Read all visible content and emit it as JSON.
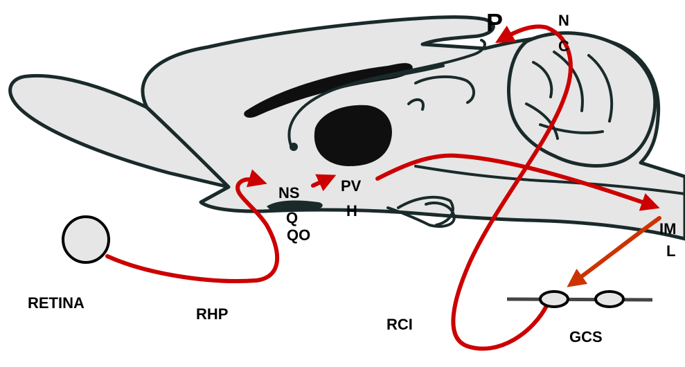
{
  "labels": {
    "retina": "RETINA",
    "rhp": "RHP",
    "rci": "RCI",
    "gcs": "GCS",
    "ns": "NS",
    "q": "Q",
    "qo": "QO",
    "pv": "PV",
    "h": "H",
    "p": "P",
    "n": "N",
    "c": "C",
    "im": "IM",
    "l": "L"
  },
  "colors": {
    "brain_fill": "#e6e6e6",
    "outline": "#1a2a2a",
    "pathway": "#cc0000",
    "sympathetic": "#cc3300",
    "ganglion_bar": "#444444",
    "background": "#ffffff"
  }
}
